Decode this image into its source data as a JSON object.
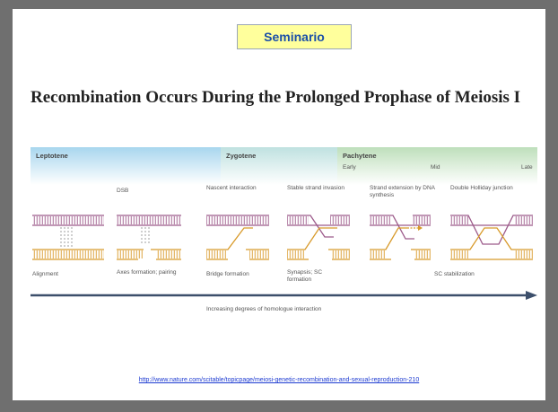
{
  "slide": {
    "badge": "Seminario",
    "title": "Recombination Occurs During the Prolonged Prophase of Meiosis I",
    "link": "http://www.nature.com/scitable/topicpage/meiosi-genetic-recombination-and-sexual-reproduction-210"
  },
  "figure": {
    "stages": [
      "Leptotene",
      "Zygotene",
      "Pachytene"
    ],
    "substages": [
      "Early",
      "Mid",
      "Late"
    ],
    "events": [
      "DSB",
      "Nascent interaction",
      "Stable strand invasion",
      "Strand extension by DNA synthesis",
      "Double Holliday junction"
    ],
    "bottom_labels": [
      "Alignment",
      "Axes formation; pairing",
      "Bridge formation",
      "Synapsis; SC formation",
      "SC stabilization"
    ],
    "arrow_label": "Increasing degrees of homologue interaction",
    "colors": {
      "upper_chromatid": "#9c5a8a",
      "lower_chromatid": "#d89a2a",
      "leptotene_band": "#b7def0",
      "pachytene_band": "#c7e3c3"
    }
  }
}
